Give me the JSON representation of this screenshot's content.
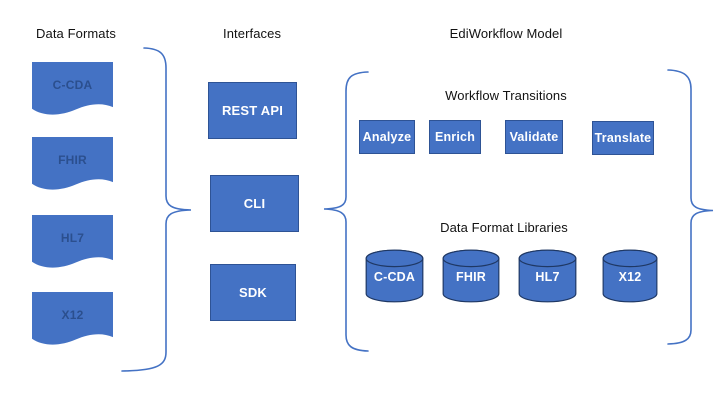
{
  "headers": {
    "data_formats": "Data Formats",
    "interfaces": "Interfaces",
    "ediworkflow_model": "EdiWorkflow Model",
    "workflow_transitions": "Workflow Transitions",
    "data_format_libraries": "Data Format Libraries"
  },
  "data_formats": [
    "C-CDA",
    "FHIR",
    "HL7",
    "X12"
  ],
  "interfaces": [
    "REST API",
    "CLI",
    "SDK"
  ],
  "workflow_transitions": [
    "Analyze",
    "Enrich",
    "Validate",
    "Translate"
  ],
  "data_format_libraries": [
    "C-CDA",
    "FHIR",
    "HL7",
    "X12"
  ],
  "colors": {
    "shape_fill": "#4472C4",
    "rect_border": "#2E5395",
    "cylinder_border": "#1F3864",
    "wave_label_text": "#2B4F8E",
    "shape_label_text": "#FFFFFF",
    "brace_stroke": "#4472C4",
    "heading_text": "#121212"
  }
}
